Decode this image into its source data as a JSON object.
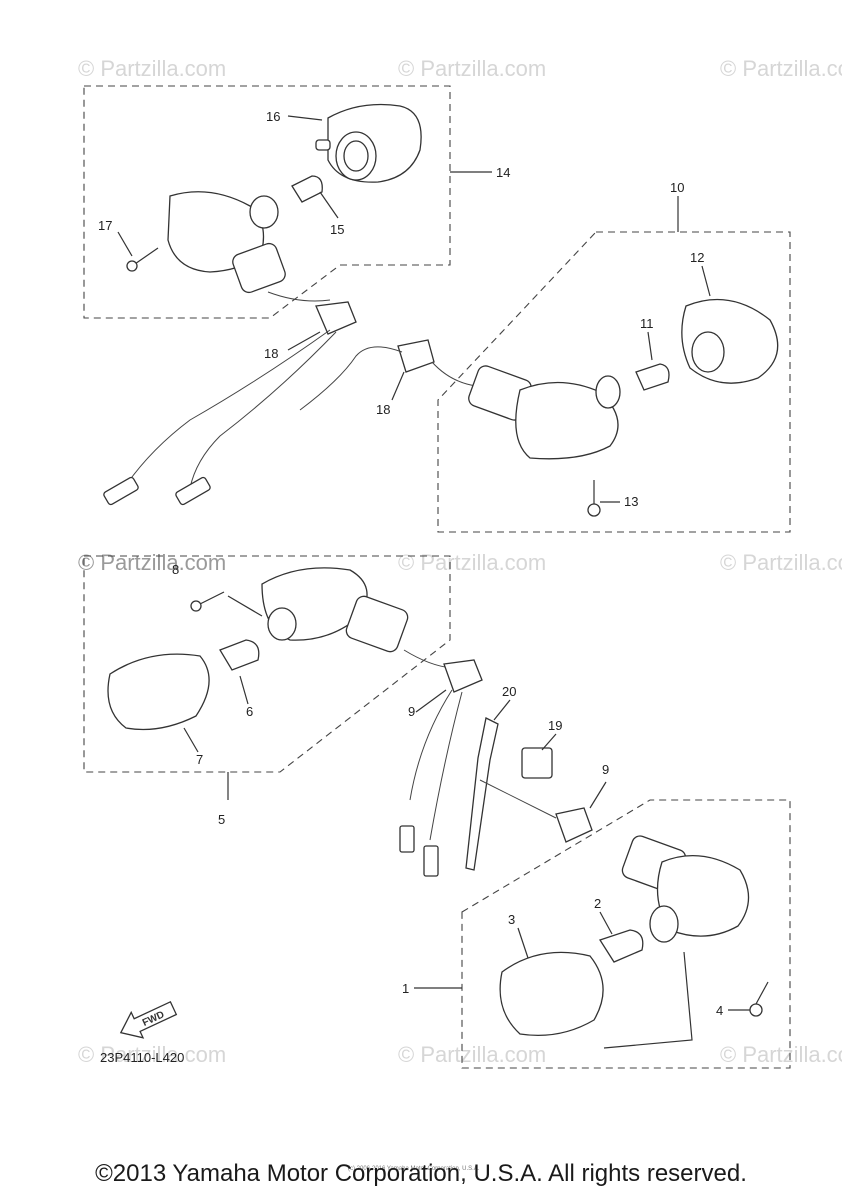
{
  "watermark": "© Partzilla.com",
  "diagram_code": "23P4110-L420",
  "fwd_label": "FWD",
  "tiny_copyright": "(c) 2006-2016 Yamaha Motor Corporation, U.S.A.",
  "copyright": "©2013 Yamaha Motor Corporation, U.S.A. All rights reserved.",
  "callouts": {
    "c1": "1",
    "c2": "2",
    "c3": "3",
    "c4": "4",
    "c5": "5",
    "c6": "6",
    "c7": "7",
    "c8": "8",
    "c9a": "9",
    "c9b": "9",
    "c10": "10",
    "c11": "11",
    "c12": "12",
    "c13": "13",
    "c14": "14",
    "c15": "15",
    "c16": "16",
    "c17": "17",
    "c18a": "18",
    "c18b": "18",
    "c19": "19",
    "c20": "20"
  }
}
